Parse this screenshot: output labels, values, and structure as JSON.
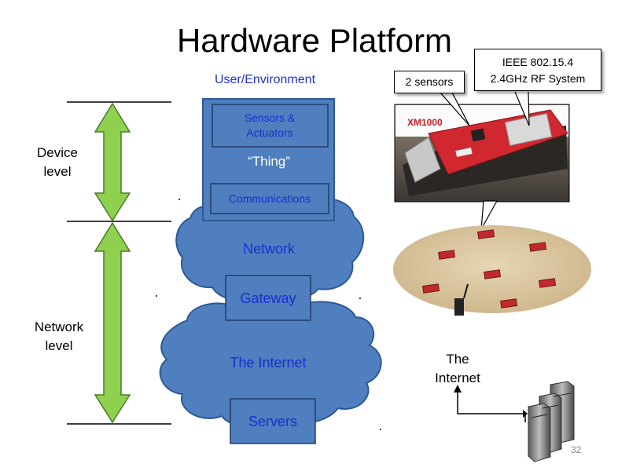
{
  "title": "Hardware Platform",
  "user_environment": "User/Environment",
  "levels": {
    "device": [
      "Device",
      "level"
    ],
    "network": [
      "Network",
      "level"
    ]
  },
  "stack": {
    "sensors": [
      "Sensors &",
      "Actuators"
    ],
    "thing": "“Thing”",
    "communications": "Communications",
    "network": "Network",
    "gateway": "Gateway",
    "internet": "The Internet",
    "servers": "Servers"
  },
  "board_label": "XM1000",
  "callouts": {
    "sensors": "2 sensors",
    "rf": [
      "IEEE 802.15.4",
      "2.4GHz RF System"
    ]
  },
  "internet_label": [
    "The",
    "Internet"
  ],
  "page_number": "32",
  "colors": {
    "stack_fill": "#4f7fbf",
    "stack_stroke": "#2c5a94",
    "box_text": "#1a2fcc",
    "arrow_fill": "#8fd14f",
    "arrow_stroke": "#4a7a2a",
    "field_fill": "#d8c39a",
    "board_red": "#d0282e"
  }
}
